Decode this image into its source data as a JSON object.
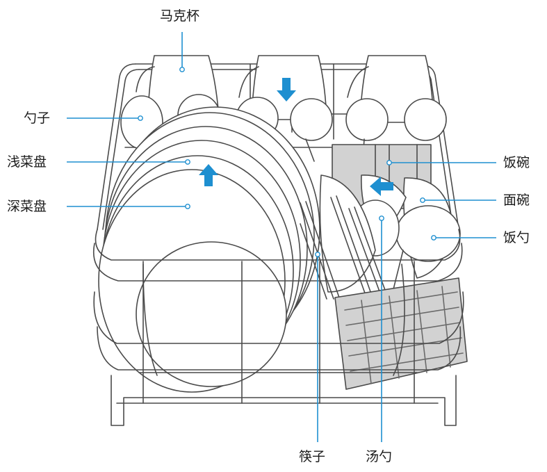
{
  "labels": {
    "mug": "马克杯",
    "spoon": "勺子",
    "shallow_plate": "浅菜盘",
    "deep_plate": "深菜盘",
    "rice_bowl": "饭碗",
    "noodle_bowl": "面碗",
    "rice_ladle": "饭勺",
    "chopsticks": "筷子",
    "soup_ladle": "汤勺"
  },
  "colors": {
    "rack_line": "#4a4a4a",
    "dish_fill": "#ffffff",
    "gray_part": "#d2d2d2",
    "leader_line": "#1e8fd0",
    "leader_dot": "#ffffff",
    "arrow": "#1e8fd0",
    "text": "#1a1a1a"
  },
  "icons": {
    "load_direction": "arrow-icon"
  }
}
